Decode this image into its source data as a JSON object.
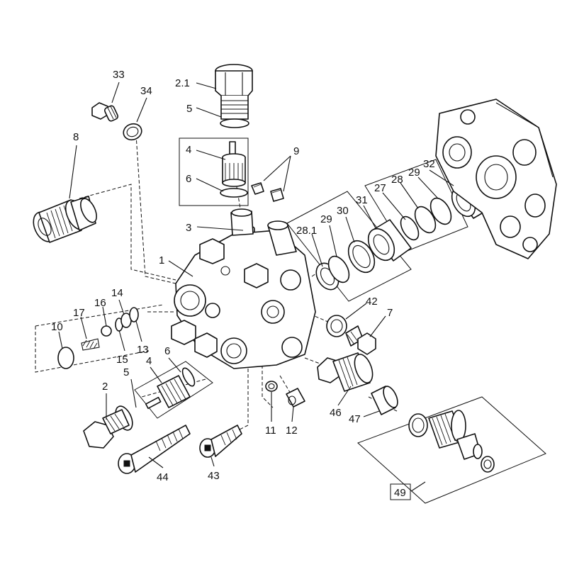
{
  "callouts": {
    "c33": "33",
    "c34": "34",
    "c8": "8",
    "c2_1": "2.1",
    "c5_top": "5",
    "c4_top": "4",
    "c6_top": "6",
    "c9": "9",
    "c3": "3",
    "c1": "1",
    "c28_1": "28.1",
    "c29_a": "29",
    "c30": "30",
    "c31": "31",
    "c27": "27",
    "c28": "28",
    "c29_b": "29",
    "c32": "32",
    "c14": "14",
    "c16": "16",
    "c17": "17",
    "c10": "10",
    "c15": "15",
    "c13": "13",
    "c6_bot": "6",
    "c4_bot": "4",
    "c5_bot": "5",
    "c2": "2",
    "c42": "42",
    "c7": "7",
    "c46": "46",
    "c47": "47",
    "c11": "11",
    "c12": "12",
    "c44": "44",
    "c43": "43",
    "c49": "49"
  }
}
